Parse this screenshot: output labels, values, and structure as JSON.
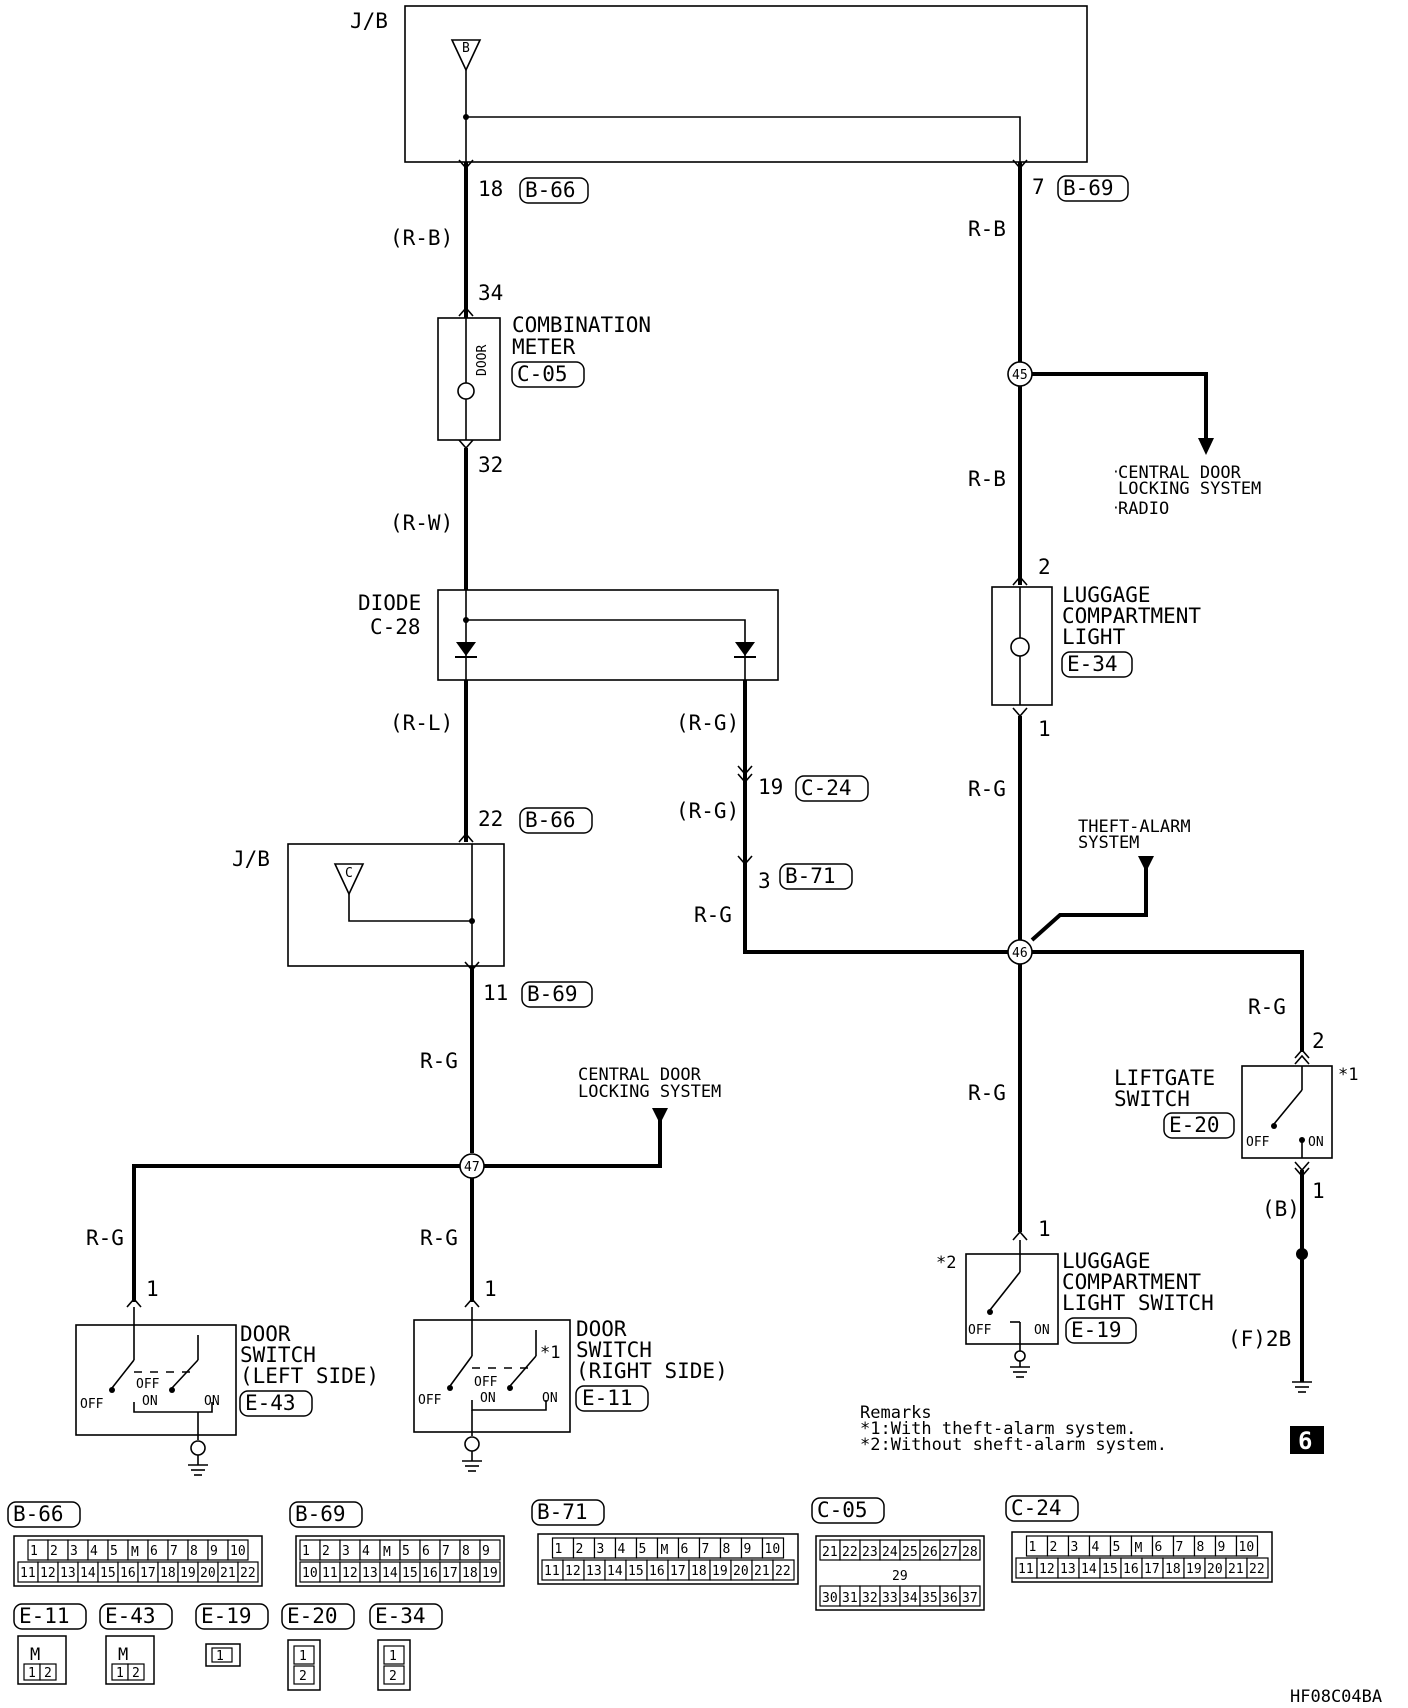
{
  "junction_blocks": {
    "top": {
      "label": "J/B",
      "terminal": "B"
    },
    "middle": {
      "label": "J/B",
      "terminal": "C"
    }
  },
  "pins": {
    "jb_out_left": "18",
    "jb_out_right": "7",
    "meter_in": "34",
    "meter_out": "32",
    "jb2_in": "22",
    "jb2_out": "11",
    "c24_pin": "19",
    "b71_pin": "3",
    "lcl_top": "2",
    "lcl_bottom": "1",
    "lg_sw_top": "2",
    "lg_sw_bottom": "1",
    "lcls_pin": "1",
    "ds_left_pin": "1",
    "ds_right_pin": "1",
    "ground_ref": "(F)2B"
  },
  "connector_refs": {
    "b66_a": "B-66",
    "b69_a": "B-69",
    "c05": "C-05",
    "b66_b": "B-66",
    "b69_b": "B-69",
    "c24": "C-24",
    "b71": "B-71",
    "e34": "E-34",
    "e20": "E-20",
    "e19": "E-19",
    "e43": "E-43",
    "e11": "E-11"
  },
  "wire_colors": {
    "rb_paren": "(R-B)",
    "rb": "R-B",
    "rb2": "R-B",
    "rw": "(R-W)",
    "rl": "(R-L)",
    "rg_p1": "(R-G)",
    "rg_p2": "(R-G)",
    "rg_a": "R-G",
    "rg_b": "R-G",
    "rg_c": "R-G",
    "rg_d": "R-G",
    "rg_e": "R-G",
    "rg_f": "R-G",
    "rg_g": "R-G",
    "b": "(B)"
  },
  "splices": {
    "s45": "45",
    "s46": "46",
    "s47": "47"
  },
  "components": {
    "meter": {
      "line1": "COMBINATION",
      "line2": "METER",
      "lamp": "DOOR"
    },
    "diode": {
      "line1": "DIODE",
      "line2": "C-28"
    },
    "luggage_light": {
      "line1": "LUGGAGE",
      "line2": "COMPARTMENT",
      "line3": "LIGHT"
    },
    "liftgate_switch": {
      "line1": "LIFTGATE",
      "line2": "SWITCH",
      "note": "*1"
    },
    "luggage_switch": {
      "line1": "LUGGAGE",
      "line2": "COMPARTMENT",
      "line3": "LIGHT SWITCH",
      "note": "*2"
    },
    "door_left": {
      "line1": "DOOR",
      "line2": "SWITCH",
      "line3": "(LEFT SIDE)"
    },
    "door_right": {
      "line1": "DOOR",
      "line2": "SWITCH",
      "line3": "(RIGHT SIDE)",
      "note": "*1"
    }
  },
  "switch_states": {
    "off": "OFF",
    "on": "ON"
  },
  "destinations": {
    "to_right_1": "CENTRAL DOOR",
    "to_right_2": "LOCKING SYSTEM",
    "to_right_3": "RADIO",
    "theft_1": "THEFT-ALARM",
    "theft_2": "SYSTEM",
    "cdl_1": "CENTRAL DOOR",
    "cdl_2": "LOCKING SYSTEM"
  },
  "remarks": {
    "title": "Remarks",
    "r1": "*1:With theft-alarm system.",
    "r2": "*2:Without sheft-alarm system."
  },
  "page_badge": "6",
  "connector_views": {
    "b66": {
      "label": "B-66",
      "row1": [
        "1",
        "2",
        "3",
        "4",
        "5",
        "",
        "6",
        "7",
        "8",
        "9",
        "10"
      ],
      "row2": [
        "11",
        "12",
        "13",
        "14",
        "15",
        "16",
        "17",
        "18",
        "19",
        "20",
        "21",
        "22"
      ]
    },
    "b69": {
      "label": "B-69",
      "row1": [
        "1",
        "2",
        "3",
        "4",
        "",
        "5",
        "6",
        "7",
        "8",
        "9"
      ],
      "row2": [
        "10",
        "11",
        "12",
        "13",
        "14",
        "15",
        "16",
        "17",
        "18",
        "19"
      ]
    },
    "b71": {
      "label": "B-71",
      "row1": [
        "1",
        "2",
        "3",
        "4",
        "5",
        "",
        "6",
        "7",
        "8",
        "9",
        "10"
      ],
      "row2": [
        "11",
        "12",
        "13",
        "14",
        "15",
        "16",
        "17",
        "18",
        "19",
        "20",
        "21",
        "22"
      ]
    },
    "c05": {
      "label": "C-05",
      "row1": [
        "21",
        "22",
        "23",
        "24",
        "25",
        "26",
        "27",
        "28"
      ],
      "mid": "29",
      "row2": [
        "30",
        "31",
        "32",
        "33",
        "34",
        "35",
        "36",
        "37"
      ]
    },
    "c24": {
      "label": "C-24",
      "row1": [
        "1",
        "2",
        "3",
        "4",
        "5",
        "",
        "6",
        "7",
        "8",
        "9",
        "10"
      ],
      "row2": [
        "11",
        "12",
        "13",
        "14",
        "15",
        "16",
        "17",
        "18",
        "19",
        "20",
        "21",
        "22"
      ]
    },
    "e11": {
      "label": "E-11",
      "row2": [
        "1",
        "2"
      ]
    },
    "e43": {
      "label": "E-43",
      "row2": [
        "1",
        "2"
      ]
    },
    "e19": {
      "label": "E-19",
      "pin": "1"
    },
    "e20": {
      "label": "E-20",
      "row1": "1",
      "row2": "2"
    },
    "e34": {
      "label": "E-34",
      "row1": "1",
      "row2": "2"
    }
  },
  "figure_code": "HF08C04BA"
}
